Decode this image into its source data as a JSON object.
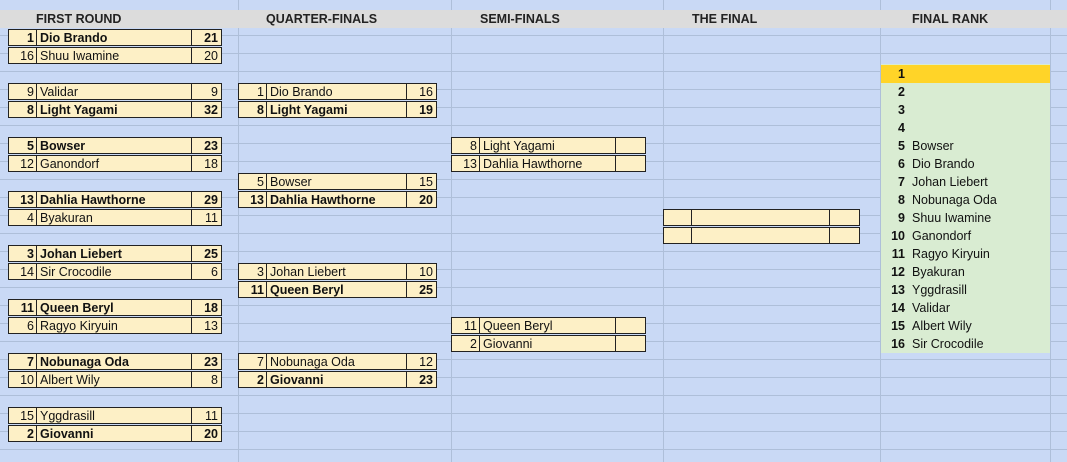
{
  "headers": {
    "first_round": "FIRST ROUND",
    "quarter_finals": "QUARTER-FINALS",
    "semi_finals": "SEMI-FINALS",
    "the_final": "THE FINAL",
    "final_rank": "FINAL RANK"
  },
  "first_round": [
    {
      "seed": "1",
      "name": "Dio Brando",
      "score": "21",
      "winner": true
    },
    {
      "seed": "16",
      "name": "Shuu Iwamine",
      "score": "20",
      "winner": false
    },
    {
      "seed": "9",
      "name": "Validar",
      "score": "9",
      "winner": false
    },
    {
      "seed": "8",
      "name": "Light Yagami",
      "score": "32",
      "winner": true
    },
    {
      "seed": "5",
      "name": "Bowser",
      "score": "23",
      "winner": true
    },
    {
      "seed": "12",
      "name": "Ganondorf",
      "score": "18",
      "winner": false
    },
    {
      "seed": "13",
      "name": "Dahlia Hawthorne",
      "score": "29",
      "winner": true
    },
    {
      "seed": "4",
      "name": "Byakuran",
      "score": "11",
      "winner": false
    },
    {
      "seed": "3",
      "name": "Johan Liebert",
      "score": "25",
      "winner": true
    },
    {
      "seed": "14",
      "name": "Sir Crocodile",
      "score": "6",
      "winner": false
    },
    {
      "seed": "11",
      "name": "Queen Beryl",
      "score": "18",
      "winner": true
    },
    {
      "seed": "6",
      "name": "Ragyo Kiryuin",
      "score": "13",
      "winner": false
    },
    {
      "seed": "7",
      "name": "Nobunaga Oda",
      "score": "23",
      "winner": true
    },
    {
      "seed": "10",
      "name": "Albert Wily",
      "score": "8",
      "winner": false
    },
    {
      "seed": "15",
      "name": "Yggdrasill",
      "score": "11",
      "winner": false
    },
    {
      "seed": "2",
      "name": "Giovanni",
      "score": "20",
      "winner": true
    }
  ],
  "quarter_finals": [
    {
      "seed": "1",
      "name": "Dio Brando",
      "score": "16",
      "winner": false
    },
    {
      "seed": "8",
      "name": "Light Yagami",
      "score": "19",
      "winner": true
    },
    {
      "seed": "5",
      "name": "Bowser",
      "score": "15",
      "winner": false
    },
    {
      "seed": "13",
      "name": "Dahlia Hawthorne",
      "score": "20",
      "winner": true
    },
    {
      "seed": "3",
      "name": "Johan Liebert",
      "score": "10",
      "winner": false
    },
    {
      "seed": "11",
      "name": "Queen Beryl",
      "score": "25",
      "winner": true
    },
    {
      "seed": "7",
      "name": "Nobunaga Oda",
      "score": "12",
      "winner": false
    },
    {
      "seed": "2",
      "name": "Giovanni",
      "score": "23",
      "winner": true
    }
  ],
  "semi_finals": [
    {
      "seed": "8",
      "name": "Light Yagami",
      "score": "",
      "winner": false
    },
    {
      "seed": "13",
      "name": "Dahlia Hawthorne",
      "score": "",
      "winner": false
    },
    {
      "seed": "11",
      "name": "Queen Beryl",
      "score": "",
      "winner": false
    },
    {
      "seed": "2",
      "name": "Giovanni",
      "score": "",
      "winner": false
    }
  ],
  "the_final": [
    {
      "seed": "",
      "name": "",
      "score": "",
      "winner": false
    },
    {
      "seed": "",
      "name": "",
      "score": "",
      "winner": false
    }
  ],
  "final_rank": [
    {
      "rank": "1",
      "name": ""
    },
    {
      "rank": "2",
      "name": ""
    },
    {
      "rank": "3",
      "name": ""
    },
    {
      "rank": "4",
      "name": ""
    },
    {
      "rank": "5",
      "name": "Bowser"
    },
    {
      "rank": "6",
      "name": "Dio Brando"
    },
    {
      "rank": "7",
      "name": "Johan Liebert"
    },
    {
      "rank": "8",
      "name": "Nobunaga Oda"
    },
    {
      "rank": "9",
      "name": "Shuu Iwamine"
    },
    {
      "rank": "10",
      "name": "Ganondorf"
    },
    {
      "rank": "11",
      "name": "Ragyo Kiryuin"
    },
    {
      "rank": "12",
      "name": "Byakuran"
    },
    {
      "rank": "13",
      "name": "Yggdrasill"
    },
    {
      "rank": "14",
      "name": "Validar"
    },
    {
      "rank": "15",
      "name": "Albert Wily"
    },
    {
      "rank": "16",
      "name": "Sir Crocodile"
    }
  ],
  "colors": {
    "grid_background": "#c9d9f5",
    "match_cell": "#fdf0c6",
    "rank_column": "#d9ecd2",
    "rank_first": "#ffd428",
    "header_band": "#dcdcdc"
  }
}
